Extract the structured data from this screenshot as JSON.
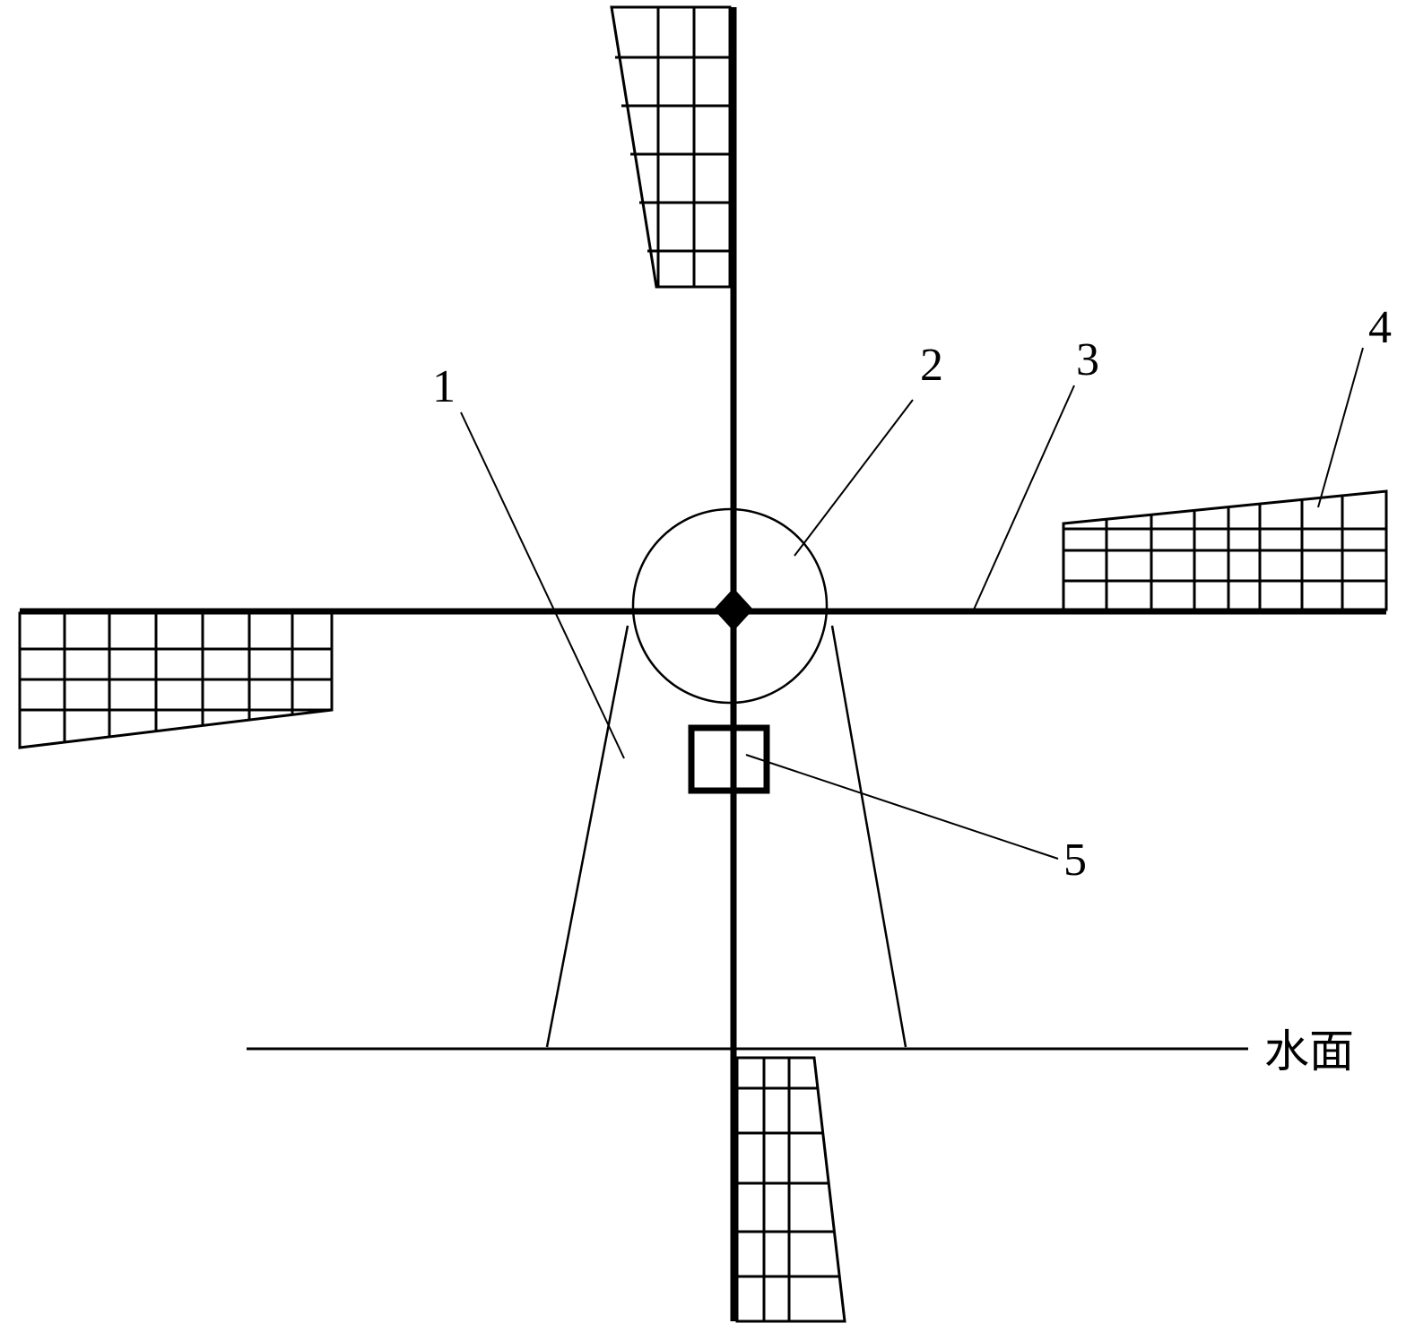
{
  "figure": {
    "labels": {
      "tower": "1",
      "hub_circle": "2",
      "arm": "3",
      "sail": "4",
      "box": "5"
    },
    "water_surface_label": "水面"
  }
}
